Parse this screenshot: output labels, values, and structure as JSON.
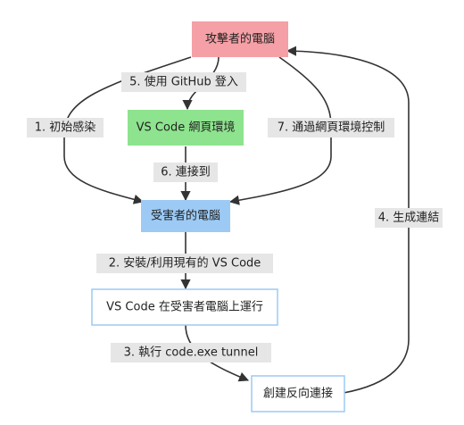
{
  "colors": {
    "attacker": "#f4a0a6",
    "vscode_web": "#8ee38e",
    "victim": "#9ccaf5",
    "outline_box": "#9ccaf5",
    "label_bg": "#e6e6e6",
    "edge": "#333333"
  },
  "nodes": {
    "attacker": "攻擊者的電腦",
    "vscode_web": "VS Code 網頁環境",
    "victim": "受害者的電腦",
    "vscode_run": "VS Code 在受害者電腦上運行",
    "reverse": "創建反向連接"
  },
  "edges": {
    "e1": "1. 初始感染",
    "e2": "2. 安裝/利用現有的 VS Code",
    "e3": "3. 執行 code.exe tunnel",
    "e4": "4. 生成連結",
    "e5": "5. 使用 GitHub 登入",
    "e6": "6. 連接到",
    "e7": "7. 通過網頁環境控制"
  }
}
